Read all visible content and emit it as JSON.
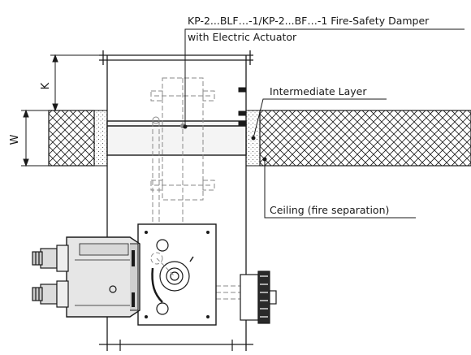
{
  "callouts": {
    "title_line1": "KP-2...BLF…-1/KP-2...BF…-1 Fire-Safety Damper",
    "title_line2": "with Electric Actuator",
    "intermediate_layer": "Intermediate Layer",
    "ceiling": "Ceiling (fire separation)"
  },
  "dimensions": {
    "k": "K",
    "w": "W"
  },
  "colors": {
    "line": "#1a1a1a",
    "hidden_line": "#8a8a8a",
    "actuator_fill": "#e6e6e6"
  }
}
